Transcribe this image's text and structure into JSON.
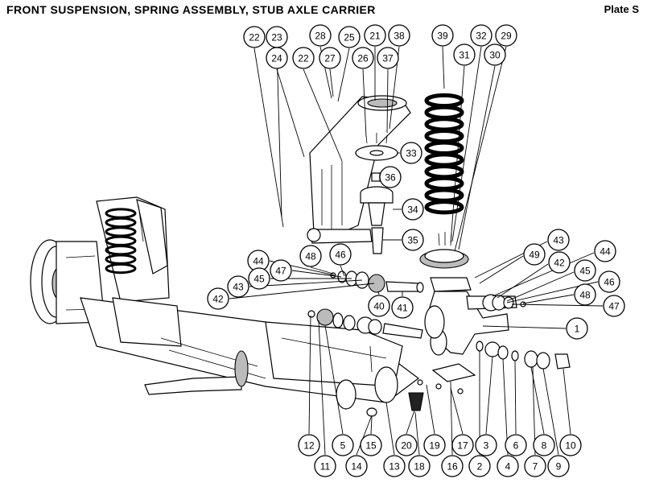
{
  "header": {
    "title": "FRONT SUSPENSION, SPRING ASSEMBLY, STUB AXLE CARRIER",
    "plate": "Plate S"
  },
  "callouts": [
    "22",
    "23",
    "28",
    "25",
    "21",
    "38",
    "39",
    "32",
    "29",
    "24",
    "22",
    "27",
    "26",
    "37",
    "31",
    "30",
    "33",
    "36",
    "34",
    "35",
    "43",
    "44",
    "49",
    "42",
    "45",
    "44",
    "47",
    "48",
    "46",
    "45",
    "43",
    "42",
    "40",
    "41",
    "48",
    "46",
    "47",
    "1",
    "12",
    "5",
    "15",
    "20",
    "19",
    "17",
    "3",
    "6",
    "8",
    "10",
    "11",
    "14",
    "13",
    "18",
    "16",
    "2",
    "4",
    "7",
    "9"
  ]
}
